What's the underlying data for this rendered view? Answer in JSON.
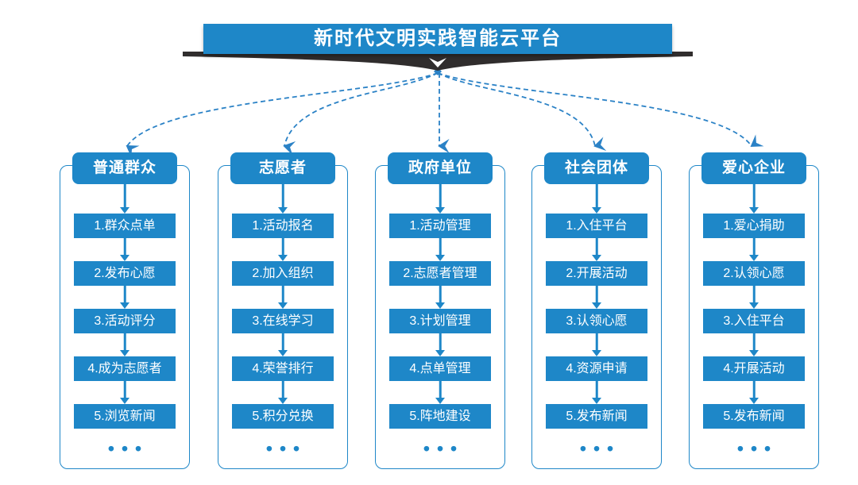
{
  "title": "新时代文明实践智能云平台",
  "ellipsis": "•••",
  "colors": {
    "accent_blue": "#1E87C8",
    "connector_blue": "#2B82C6",
    "ribbon_dark": "#302D2D",
    "background": "#FFFFFF",
    "text_on_blue": "#FFFFFF"
  },
  "columns": [
    {
      "header": "普通群众",
      "items": [
        "1.群众点单",
        "2.发布心愿",
        "3.活动评分",
        "4.成为志愿者",
        "5.浏览新闻"
      ]
    },
    {
      "header": "志愿者",
      "items": [
        "1.活动报名",
        "2.加入组织",
        "3.在线学习",
        "4.荣誉排行",
        "5.积分兑换"
      ]
    },
    {
      "header": "政府单位",
      "items": [
        "1.活动管理",
        "2.志愿者管理",
        "3.计划管理",
        "4.点单管理",
        "5.阵地建设"
      ]
    },
    {
      "header": "社会团体",
      "items": [
        "1.入住平台",
        "2.开展活动",
        "3.认领心愿",
        "4.资源申请",
        "5.发布新闻"
      ]
    },
    {
      "header": "爱心企业",
      "items": [
        "1.爱心捐助",
        "2.认领心愿",
        "3.入住平台",
        "4.开展活动",
        "5.发布新闻"
      ]
    }
  ]
}
